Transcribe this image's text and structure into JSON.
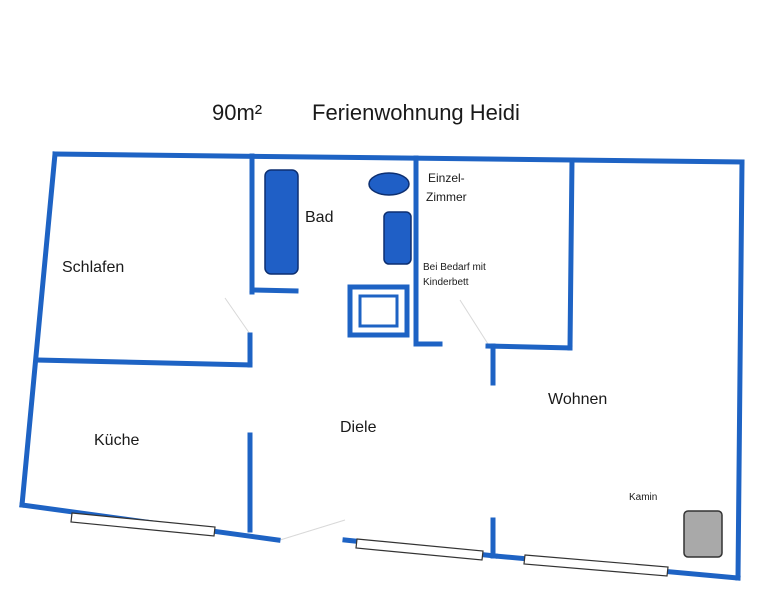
{
  "header": {
    "area": "90m²",
    "title": "Ferienwohnung Heidi"
  },
  "rooms": {
    "schlafen": "Schlafen",
    "bad": "Bad",
    "einzel_line1": "Einzel-",
    "einzel_line2": "Zimmer",
    "bedarf_line1": "Bei Bedarf mit",
    "bedarf_line2": "Kinderbett",
    "kueche": "Küche",
    "diele": "Diele",
    "wohnen": "Wohnen",
    "kamin": "Kamin"
  },
  "colors": {
    "wall": "#1e63c4",
    "fixture": "#1f5fc6",
    "fireplace": "#a9a9a9"
  }
}
